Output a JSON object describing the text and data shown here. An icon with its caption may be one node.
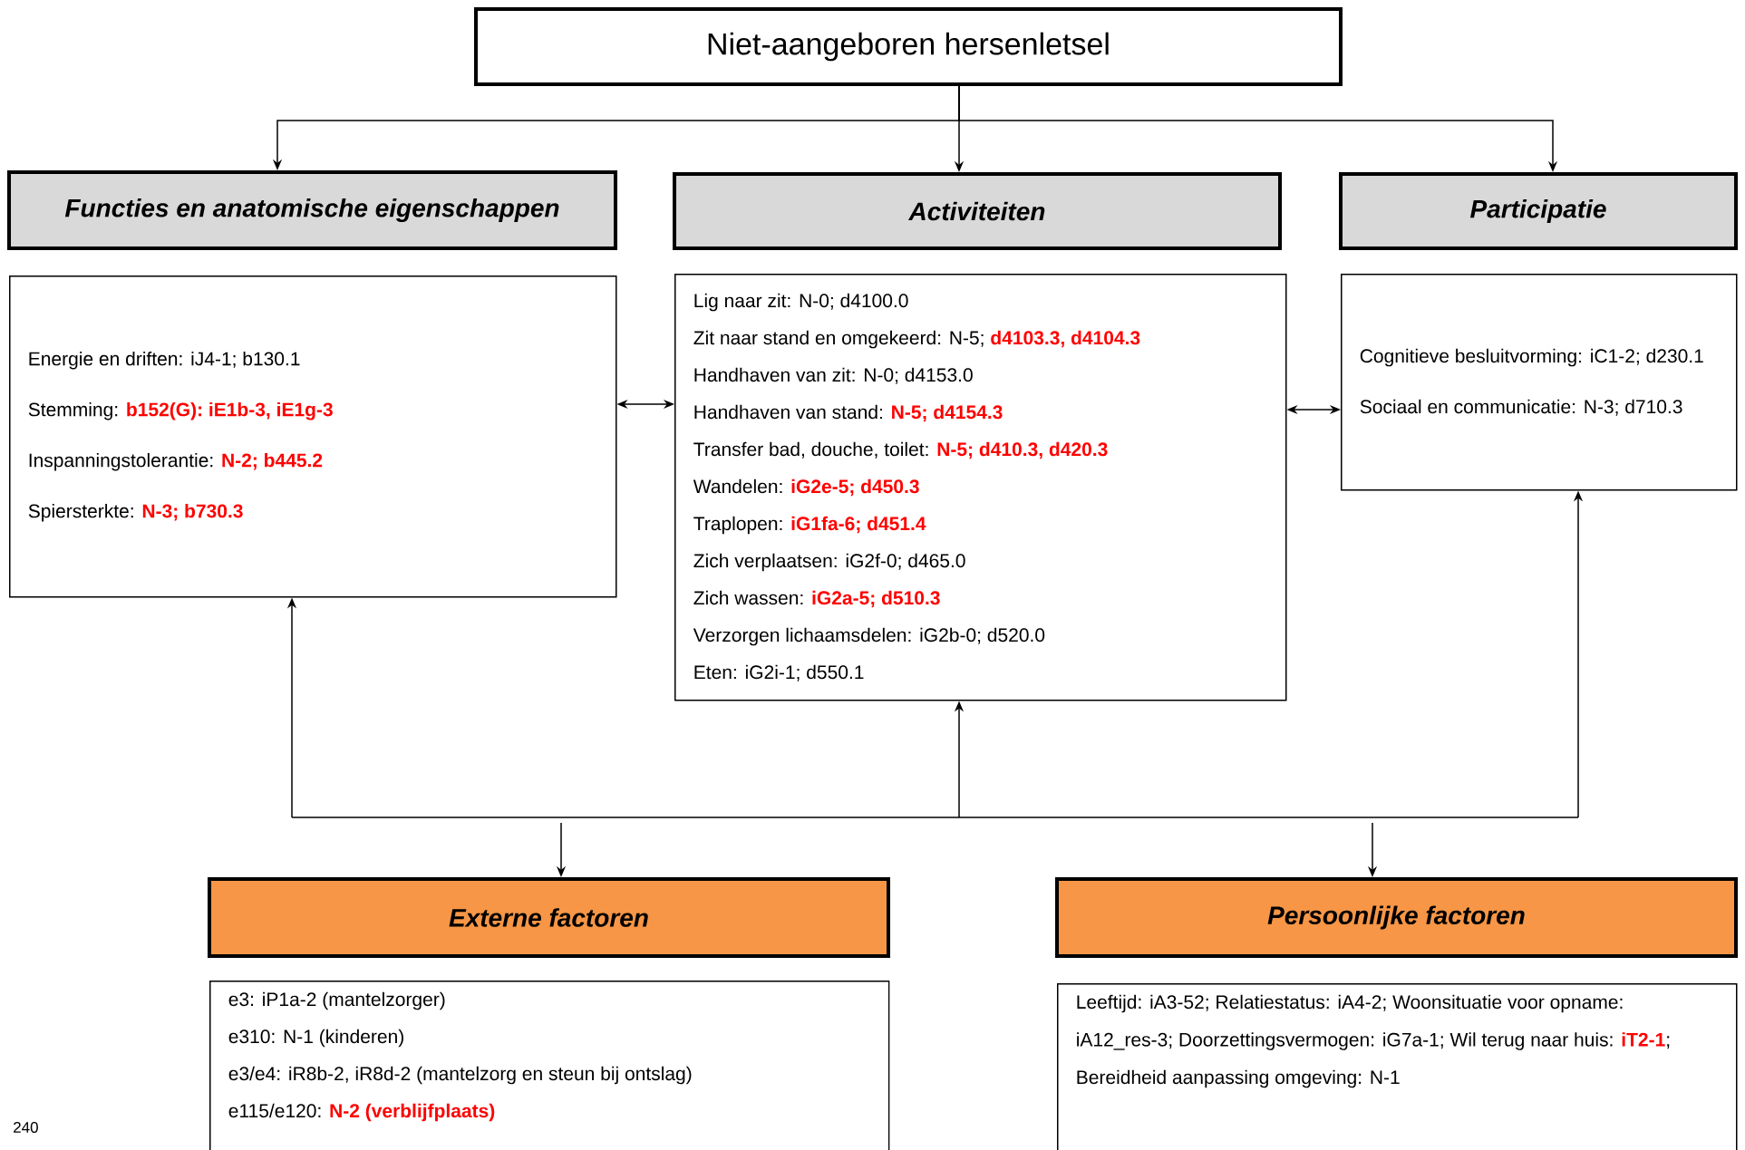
{
  "diagram": {
    "nodes": [
      {
        "text": [
          "Niet-aangeboren hersenletsel"
        ]
      },
      {
        "text": [
          "Functies en anatomische eigenschappen"
        ]
      },
      {
        "text": [
          "Activiteiten"
        ]
      },
      {
        "text": [
          "Participatie"
        ]
      },
      {
        "text": [
          "Energie en driften: iJ4-1; b130.1",
          "Stemming: **b152(G): iE1b-3, iE1g-3**",
          "Inspanningstolerantie: **N-2; b445.2**",
          "Spiersterkte: **N-3; b730.3**"
        ]
      },
      {
        "text": [
          "Lig naar zit: N-0; d4100.0",
          "Zit naar stand en omgekeerd: N-5; **d4103.3, d4104.3**",
          "Handhaven van zit: N-0; d4153.0",
          "Handhaven van stand: **N-5; d4154.3**",
          "Transfer bad, douche, toilet: **N-5; d410.3, d420.3**",
          "Wandelen: **iG2e-5; d450.3**",
          "Traplopen: **iG1fa-6; d451.4**",
          "Zich verplaatsen: iG2f-0; d465.0",
          "Zich wassen: **iG2a-5; d510.3**",
          "Verzorgen lichaamsdelen: iG2b-0; d520.0",
          "Eten: iG2i-1; d550.1"
        ]
      },
      {
        "text": [
          "Cognitieve besluitvorming: iC1-2; d230.1",
          "Sociaal en communicatie: N-3; d710.3"
        ]
      },
      {
        "text": [
          "Externe factoren"
        ]
      },
      {
        "text": [
          "Persoonlijke factoren"
        ]
      },
      {
        "text": [
          "e3: iP1a-2 (mantelzorger)",
          "e310: N-1 (kinderen)",
          "e3/e4: iR8b-2, iR8d-2 (mantelzorg en steun bij ontslag)",
          "e115/e120: **N-2 (verblijfplaats)**"
        ]
      },
      {
        "text": [
          "Leeftijd: iA3-52; Relatiestatus: iA4-2; Woonsituatie voor opname: iA12_res-3; Doorzettingsvermogen: iG7a-1; Wil terug naar huis: **iT2-1**; Bereidheid aanpassing omgeving: N-1"
        ]
      }
    ],
    "edges": [
      {
        "from": 0,
        "to": 1,
        "arrow": "to"
      },
      {
        "from": 0,
        "to": 2,
        "arrow": "to"
      },
      {
        "from": 0,
        "to": 3,
        "arrow": "to"
      },
      {
        "from": 4,
        "to": 5,
        "arrow": "both"
      },
      {
        "from": 5,
        "to": 6,
        "arrow": "both"
      },
      {
        "from": null,
        "to": 4,
        "arrow": "to"
      },
      {
        "from": null,
        "to": 5,
        "arrow": "to"
      },
      {
        "from": null,
        "to": 6,
        "arrow": "to"
      },
      {
        "from": null,
        "to": 7,
        "arrow": "to"
      },
      {
        "from": null,
        "to": 8,
        "arrow": "to"
      }
    ],
    "labels": [
      "240"
    ]
  }
}
